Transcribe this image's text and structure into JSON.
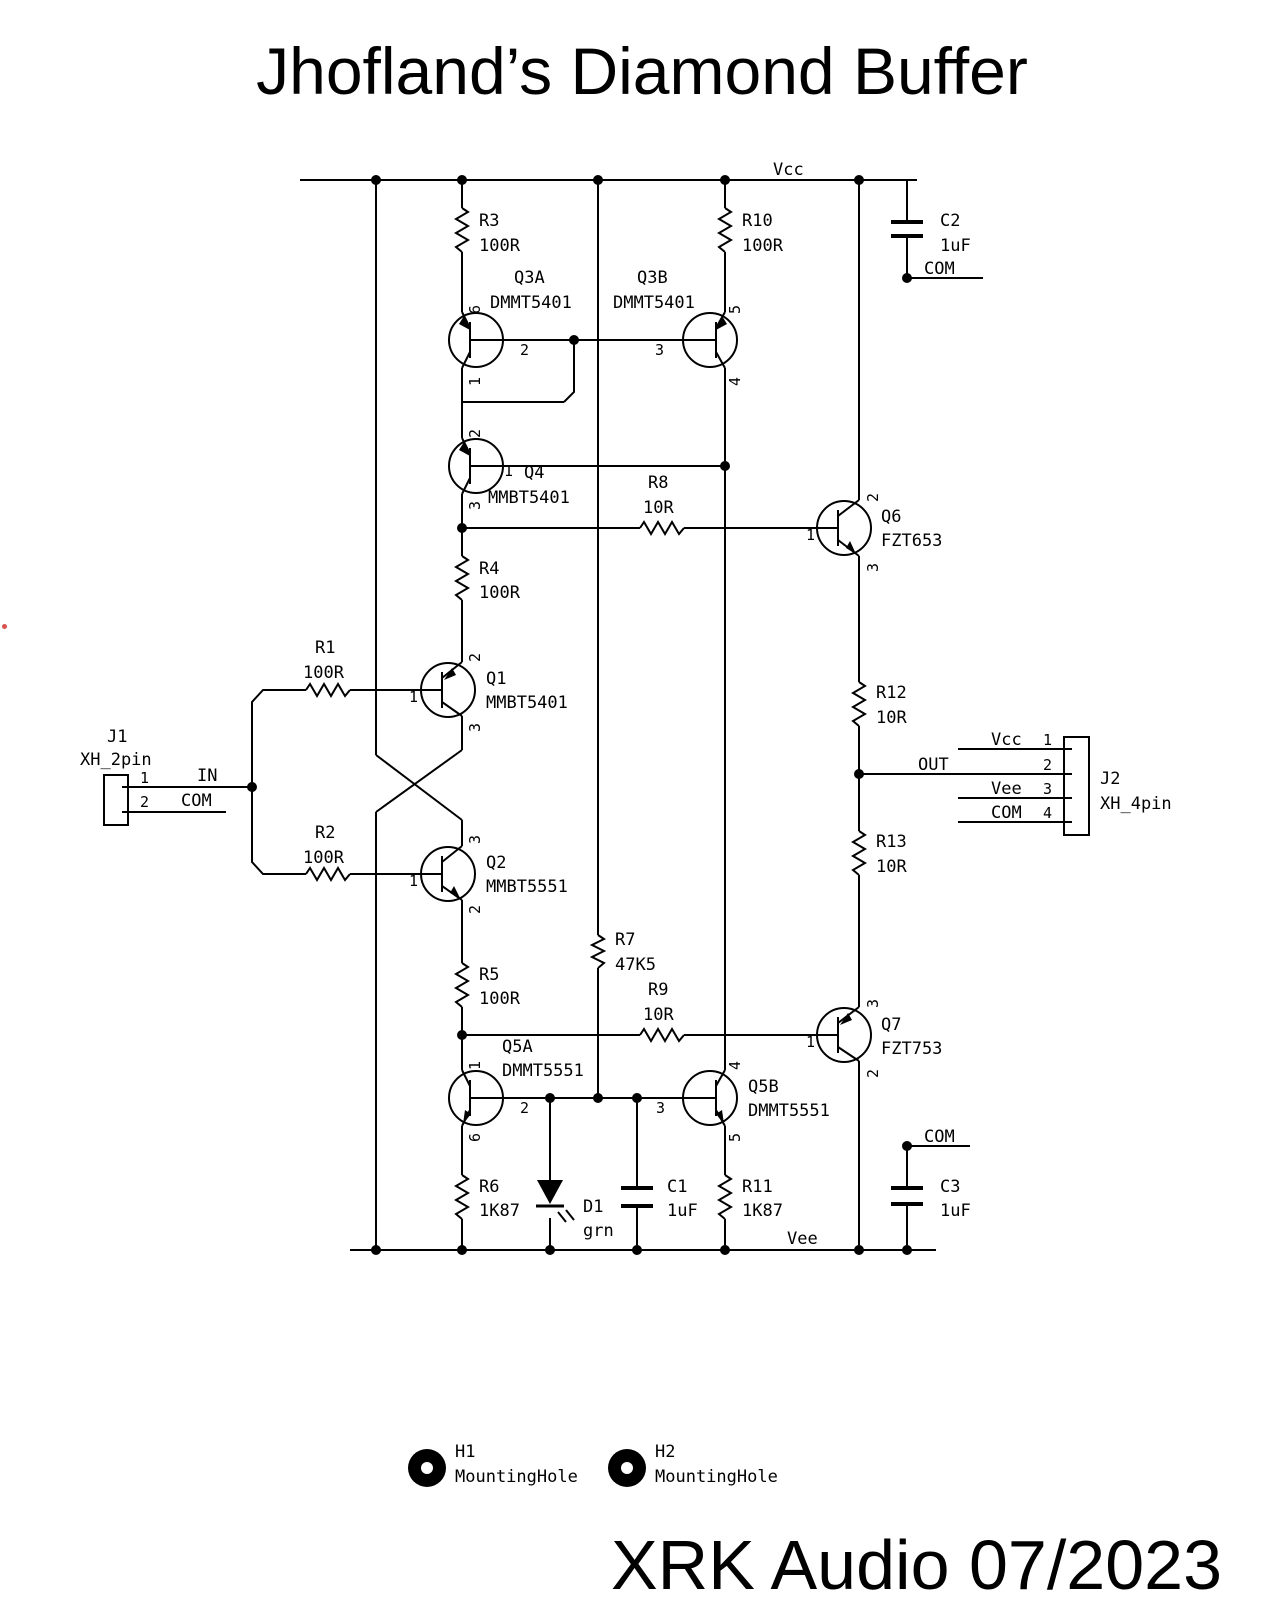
{
  "title": "Jhofland’s Diamond Buffer",
  "footer": "XRK Audio 07/2023",
  "nets": {
    "vcc": "Vcc",
    "vee": "Vee",
    "out": "OUT",
    "in": "IN",
    "com": "COM"
  },
  "components": {
    "r1": {
      "ref": "R1",
      "value": "100R"
    },
    "r2": {
      "ref": "R2",
      "value": "100R"
    },
    "r3": {
      "ref": "R3",
      "value": "100R"
    },
    "r4": {
      "ref": "R4",
      "value": "100R"
    },
    "r5": {
      "ref": "R5",
      "value": "100R"
    },
    "r6": {
      "ref": "R6",
      "value": "1K87"
    },
    "r7": {
      "ref": "R7",
      "value": "47K5"
    },
    "r8": {
      "ref": "R8",
      "value": "10R"
    },
    "r9": {
      "ref": "R9",
      "value": "10R"
    },
    "r10": {
      "ref": "R10",
      "value": "100R"
    },
    "r11": {
      "ref": "R11",
      "value": "1K87"
    },
    "r12": {
      "ref": "R12",
      "value": "10R"
    },
    "r13": {
      "ref": "R13",
      "value": "10R"
    },
    "c1": {
      "ref": "C1",
      "value": "1uF"
    },
    "c2": {
      "ref": "C2",
      "value": "1uF"
    },
    "c3": {
      "ref": "C3",
      "value": "1uF"
    },
    "d1": {
      "ref": "D1",
      "value": "grn"
    },
    "q1": {
      "ref": "Q1",
      "value": "MMBT5401"
    },
    "q2": {
      "ref": "Q2",
      "value": "MMBT5551"
    },
    "q3a": {
      "ref": "Q3A",
      "value": "DMMT5401"
    },
    "q3b": {
      "ref": "Q3B",
      "value": "DMMT5401"
    },
    "q4": {
      "ref": "Q4",
      "value": "MMBT5401"
    },
    "q5a": {
      "ref": "Q5A",
      "value": "DMMT5551"
    },
    "q5b": {
      "ref": "Q5B",
      "value": "DMMT5551"
    },
    "q6": {
      "ref": "Q6",
      "value": "FZT653"
    },
    "q7": {
      "ref": "Q7",
      "value": "FZT753"
    },
    "j1": {
      "ref": "J1",
      "value": "XH_2pin",
      "pins": [
        "1",
        "2"
      ],
      "pin_nets": [
        "IN",
        "COM"
      ]
    },
    "j2": {
      "ref": "J2",
      "value": "XH_4pin",
      "pins": [
        "1",
        "2",
        "3",
        "4"
      ],
      "pin_nets": [
        "Vcc",
        "",
        "Vee",
        "COM"
      ]
    },
    "h1": {
      "ref": "H1",
      "value": "MountingHole"
    },
    "h2": {
      "ref": "H2",
      "value": "MountingHole"
    }
  },
  "pins": {
    "q1": [
      "1",
      "2",
      "3"
    ],
    "q2": [
      "1",
      "3",
      "2"
    ],
    "q3a": [
      "6",
      "1",
      "2"
    ],
    "q3b": [
      "5",
      "4",
      "3"
    ],
    "q4": [
      "2",
      "3",
      "1"
    ],
    "q5a": [
      "1",
      "6",
      "2"
    ],
    "q5b": [
      "4",
      "5",
      "3"
    ],
    "q6": [
      "1",
      "2",
      "3"
    ],
    "q7": [
      "1",
      "3",
      "2"
    ]
  },
  "colors": {
    "ink": "#000000",
    "background": "#ffffff",
    "stray_mark": "#d9534f"
  }
}
